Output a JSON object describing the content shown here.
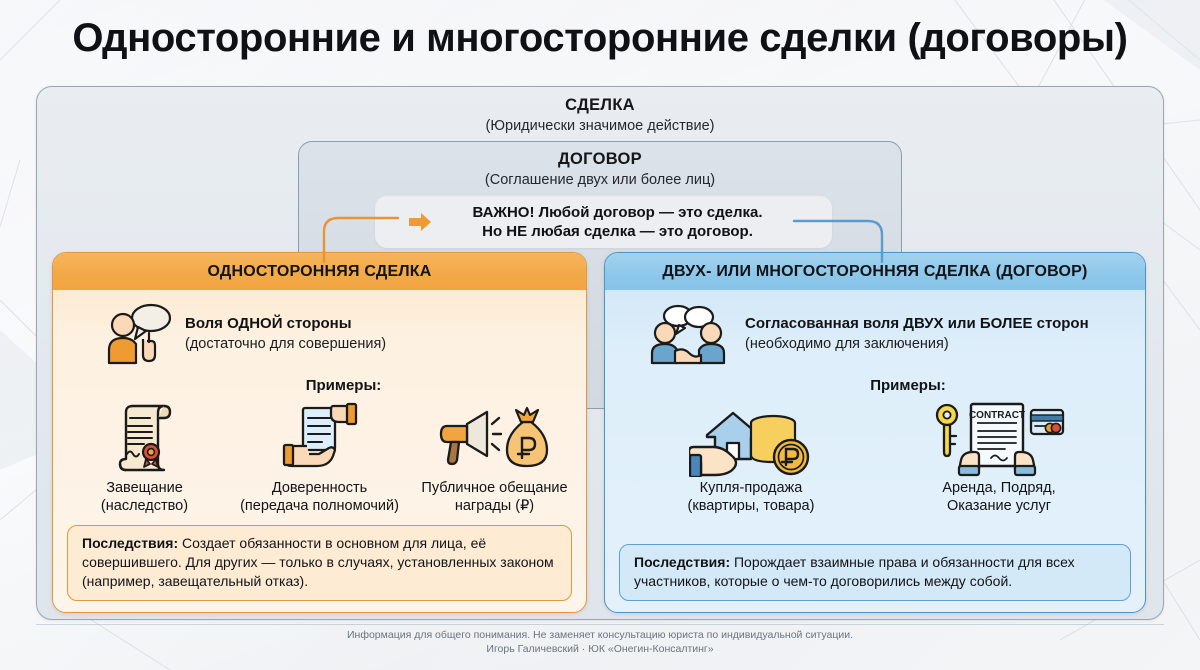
{
  "title": "Односторонние и многосторонние сделки (договоры)",
  "outer_box": {
    "heading": "СДЕЛКА",
    "subheading": "(Юридически значимое действие)"
  },
  "inner_box": {
    "heading": "ДОГОВОР",
    "subheading": "(Соглашение двух или более лиц)"
  },
  "callout": {
    "line1": "ВАЖНО! Любой договор — это сделка.",
    "line2": "Но НЕ любая сделка — это договор."
  },
  "left_panel": {
    "heading": "ОДНОСТОРОННЯЯ СДЕЛКА",
    "will_main": "Воля ОДНОЙ стороны",
    "will_sub": "(достаточно для совершения)",
    "examples_label": "Примеры:",
    "examples": [
      {
        "icon": "scroll-seal-icon",
        "line1": "Завещание",
        "line2": "(наследство)"
      },
      {
        "icon": "hand-document-icon",
        "line1": "Доверенность",
        "line2": "(передача полномочий)"
      },
      {
        "icon": "megaphone-moneybag-icon",
        "line1": "Публичное обещание",
        "line2": "награды (₽)"
      }
    ],
    "consequence_label": "Последствия:",
    "consequence_text": " Создает обязанности в основном для лица, её совершившего. Для других — только в случаях, установленных законом (например, завещательный отказ)."
  },
  "right_panel": {
    "heading": "ДВУХ- ИЛИ МНОГОСТОРОННЯЯ СДЕЛКА (ДОГОВОР)",
    "will_main": "Согласованная воля ДВУХ или БОЛЕЕ сторон",
    "will_sub": "(необходимо для заключения)",
    "examples_label": "Примеры:",
    "examples": [
      {
        "icon": "house-coins-hand-icon",
        "line1": "Купля-продажа",
        "line2": "(квартиры, товара)"
      },
      {
        "icon": "contract-key-card-icon",
        "line1": "Аренда, Подряд,",
        "line2": "Оказание услуг"
      }
    ],
    "consequence_label": "Последствия:",
    "consequence_text": " Порождает взаимные права и обязанности для всех участников, которые о чем-то договорились между собой."
  },
  "icon_labels": {
    "contract_doc_text": "CONTRACT",
    "one_person_icon": "person-speech-bubble-icon",
    "two_people_icon": "two-people-handshake-icon",
    "arrow_icon": "arrow-right-icon"
  },
  "footer": {
    "line1": "Информация для общего понимания. Не заменяет консультацию юриста по индивидуальной ситуации.",
    "line2": "Игорь Галичевский · ЮК «Онегин-Консалтинг»"
  },
  "colors": {
    "orange_accent": "#f2a440",
    "orange_border": "#e09a3c",
    "blue_accent": "#85c3e8",
    "blue_border": "#4f94c8",
    "grey_panel": "#e3e8ee"
  }
}
